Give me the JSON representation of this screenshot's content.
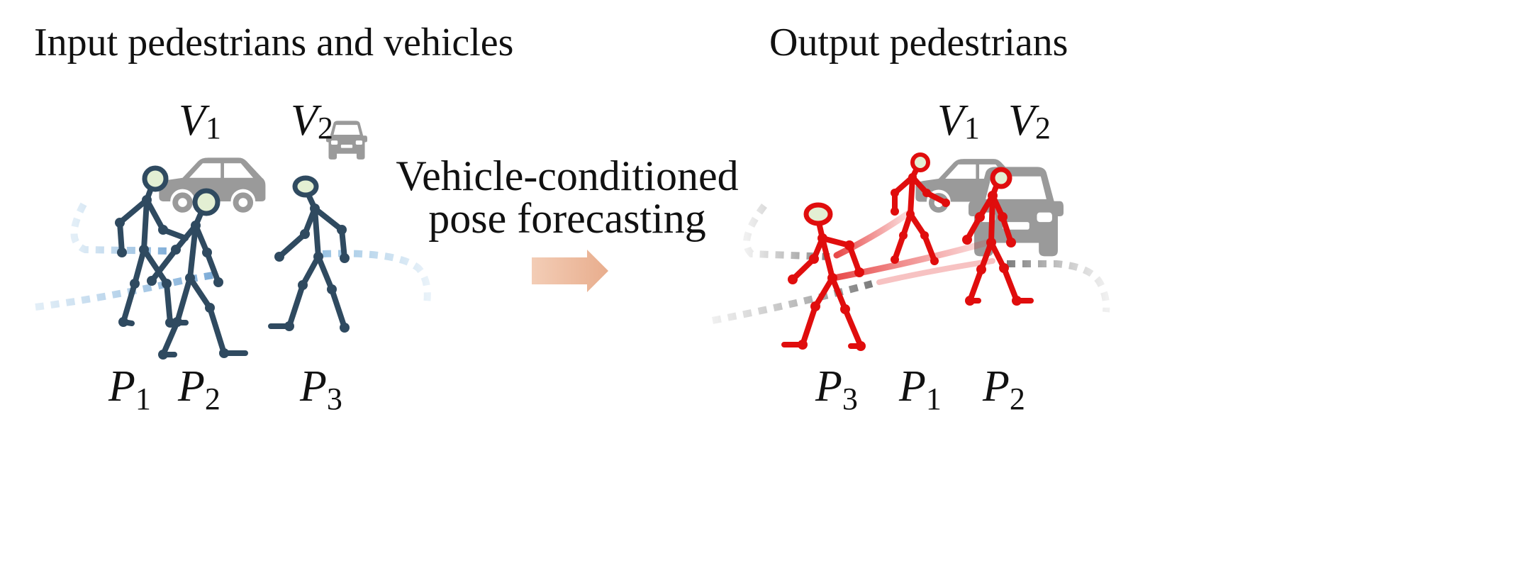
{
  "left_panel": {
    "title": "Input pedestrians and vehicles",
    "vehicles": [
      {
        "letter": "V",
        "index": "1"
      },
      {
        "letter": "V",
        "index": "2"
      }
    ],
    "pedestrians": [
      {
        "letter": "P",
        "index": "1"
      },
      {
        "letter": "P",
        "index": "2"
      },
      {
        "letter": "P",
        "index": "3"
      }
    ],
    "figure_color": "#2f4a60",
    "head_fill": "#e3efd3",
    "trajectory_color": "#8fbde0"
  },
  "middle": {
    "line1": "Vehicle-conditioned",
    "line2": "pose forecasting",
    "arrow_color": "#eab89a"
  },
  "right_panel": {
    "title": "Output pedestrians",
    "vehicles": [
      {
        "letter": "V",
        "index": "1"
      },
      {
        "letter": "V",
        "index": "2"
      }
    ],
    "pedestrians": [
      {
        "letter": "P",
        "index": "3"
      },
      {
        "letter": "P",
        "index": "1"
      },
      {
        "letter": "P",
        "index": "2"
      }
    ],
    "figure_color": "#e00d0d",
    "head_fill": "#e3efd3",
    "trajectory_color": "#9a9a9a"
  },
  "vehicle_color": "#9a9a9a"
}
